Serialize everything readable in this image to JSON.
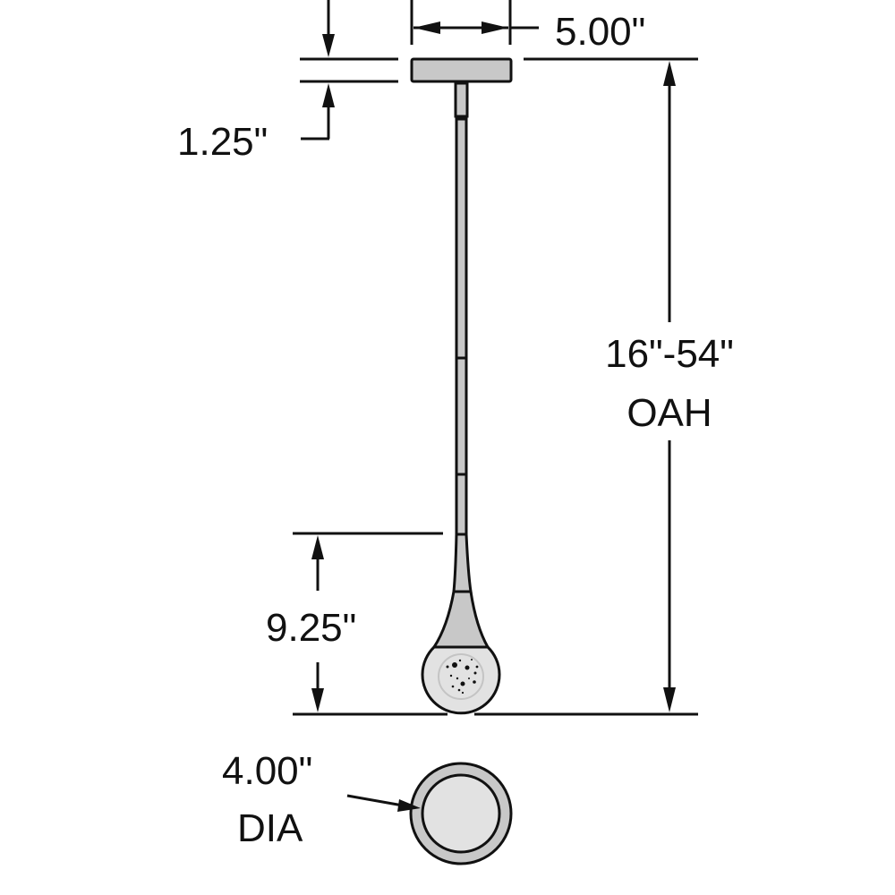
{
  "dimensions": {
    "canopy_width": "5.00\"",
    "canopy_height": "1.25\"",
    "overall_height": "16\"-54\"",
    "overall_height_suffix": "OAH",
    "shade_height": "9.25\"",
    "diameter": "4.00\"",
    "diameter_suffix": "DIA"
  },
  "colors": {
    "line": "#111111",
    "metal": "#c8c8c8",
    "glass": "#e2e2e2"
  }
}
